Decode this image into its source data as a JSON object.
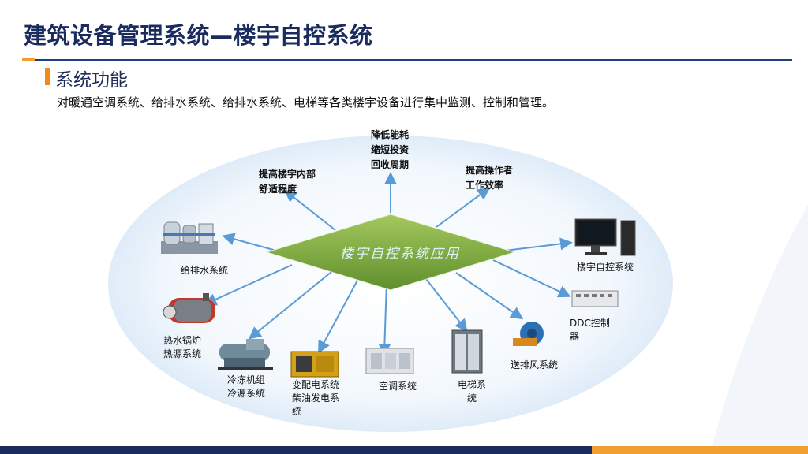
{
  "title": "建筑设备管理系统—楼宇自控系统",
  "section_heading": "系统功能",
  "description": "对暖通空调系统、给排水系统、给排水系统、电梯等各类楼宇设备进行集中监测、控制和管理。",
  "center_label": "楼宇自控系统应用",
  "goals": {
    "comfort": [
      "提高楼宇内部",
      "舒适程度"
    ],
    "energy": [
      "降低能耗",
      "缩短投资",
      "回收周期"
    ],
    "efficiency": [
      "提高操作者",
      "工作效率"
    ]
  },
  "devices": {
    "water": "给排水系统",
    "boiler": [
      "热水锅炉",
      "热源系统"
    ],
    "chiller": [
      "冷冻机组",
      "冷源系统"
    ],
    "power": [
      "变配电系统",
      "柴油发电系",
      "统"
    ],
    "ac": "空调系统",
    "elevator": [
      "电梯系",
      "统"
    ],
    "fan": "送排风系统",
    "ddc": [
      "DDC控制",
      "器"
    ],
    "computer": "楼宇自控系统"
  },
  "colors": {
    "title": "#1a2b5e",
    "accent": "#f08a1c",
    "center_fill": "#7fae3e",
    "arrow": "#5b9bd5",
    "ellipse": "#dbe9f7"
  }
}
